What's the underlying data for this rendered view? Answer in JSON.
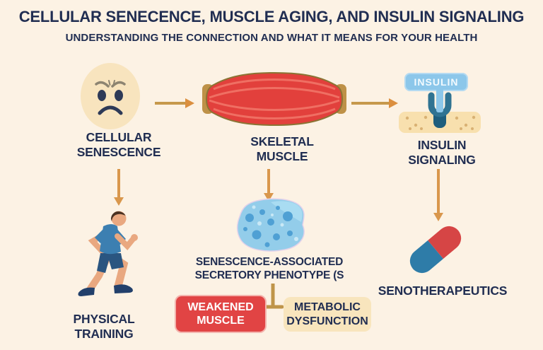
{
  "header": {
    "title": "CELLULAR SENECENCE, MUSCLE AGING, AND INSULIN SIGNALING",
    "subtitle": "UNDERSTANDING THE CONNECTION AND WHAT IT MEANS FOR YOUR HEALTH"
  },
  "nodes": {
    "cellular_senescence": {
      "label": "CELLULAR\nSENESCENCE"
    },
    "skeletal_muscle": {
      "label": "SKELETAL\nMUSCLE"
    },
    "insulin_signaling": {
      "label": "INSULIN\nSIGNALING",
      "receptor_tag": "INSULIN"
    },
    "physical_training": {
      "label": "PHYSICAL\nTRAINING"
    },
    "sasp": {
      "label": "SENESCENCE-ASSOCIATED\nSECRETORY PHENOTYPE (S"
    },
    "senotherapeutics": {
      "label": "SENOTHERAPEUTICS"
    }
  },
  "outcomes": {
    "weakened_muscle": {
      "label": "WEAKENED\nMUSCLE"
    },
    "metabolic_dysfunction": {
      "label": "METABOLIC\nDYSFUNCTION"
    }
  },
  "colors": {
    "background": "#FCF2E4",
    "ink_navy": "#212E52",
    "arrow_tan": "#C6994C",
    "arrow_orange": "#D9974C",
    "cell_cream": "#F8E4BE",
    "muscle_red": "#E2403C",
    "muscle_stripe": "#EF6F63",
    "tendon_tan": "#BE9147",
    "insulin_blue": "#8CC7EA",
    "receptor_teal": "#2F7392",
    "membrane_tan": "#F8E0AE",
    "sasp_blue": "#93CDEA",
    "sasp_dot_blue": "#4FA0D4",
    "pill_red": "#D64545",
    "pill_blue": "#2E7CA8",
    "weakened_box_red": "#E14444",
    "metabolic_box_cream": "#F8E5BD"
  }
}
